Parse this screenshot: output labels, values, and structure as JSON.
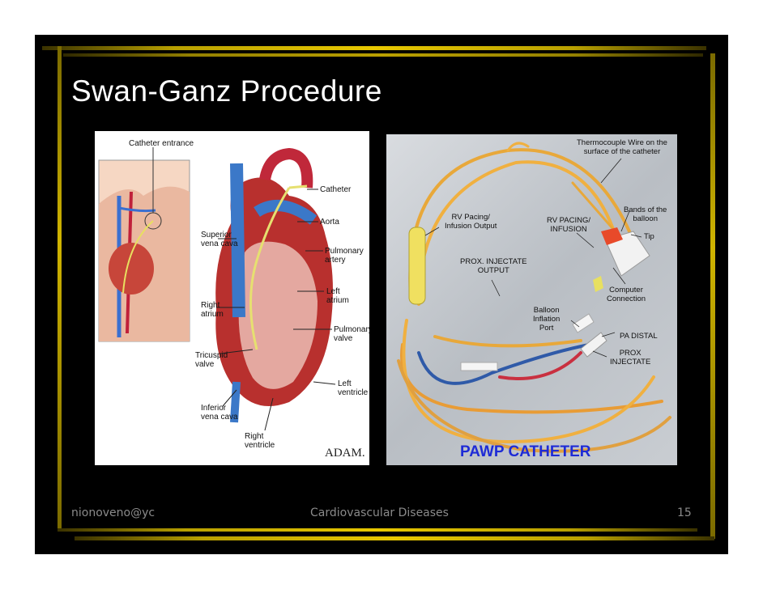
{
  "slide": {
    "title": "Swan-Ganz Procedure",
    "footer": {
      "author": "nionoveno@yc",
      "course": "Cardiovascular Diseases",
      "page": "15"
    }
  },
  "left_figure": {
    "labels": {
      "catheter_entrance": "Catheter entrance",
      "catheter": "Catheter",
      "aorta": "Aorta",
      "superior_vena_cava": "Superior\nvena cava",
      "pulmonary_artery": "Pulmonary\nartery",
      "left_atrium": "Left\natrium",
      "right_atrium": "Right\natrium",
      "pulmonary_valve": "Pulmonary\nvalve",
      "tricuspid_valve": "Tricuspid\nvalve",
      "left_ventricle": "Left\nventricle",
      "inferior_vena_cava": "Inferior\nvena cava",
      "right_ventricle": "Right\nventricle"
    },
    "logo": "ADAM."
  },
  "right_figure": {
    "labels": {
      "thermocouple": "Thermocouple Wire on the\nsurface of the catheter",
      "bands": "Bands of the\nballoon",
      "tip": "Tip",
      "rv_pacing_output": "RV Pacing/\nInfusion Output",
      "rv_pacing_infusion": "RV PACING/\nINFUSION",
      "prox_injectate_output": "PROX. INJECTATE\nOUTPUT",
      "computer_connection": "Computer\nConnection",
      "balloon_inflation_port": "Balloon\nInflation\nPort",
      "pa_distal": "PA DISTAL",
      "prox_injectate": "PROX\nINJECTATE"
    },
    "caption": "PAWP CATHETER"
  },
  "colors": {
    "background": "#000000",
    "accent_gold": "#d4b800",
    "caption_blue": "#1e2bd6",
    "footer_gray": "#8a8a8a"
  }
}
